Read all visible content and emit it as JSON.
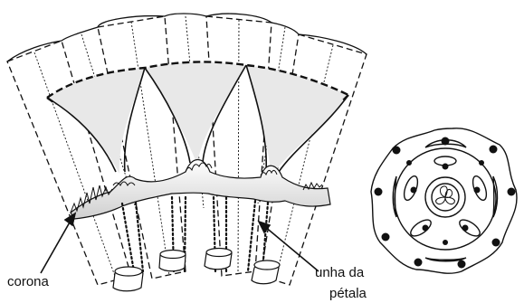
{
  "labels": {
    "corona": "corona",
    "unha_line1": "unha da",
    "unha_line2": "pétala"
  },
  "colors": {
    "ink": "#111111",
    "shade": "#e6e6e6",
    "corona_fill": "#d4d4d4"
  }
}
